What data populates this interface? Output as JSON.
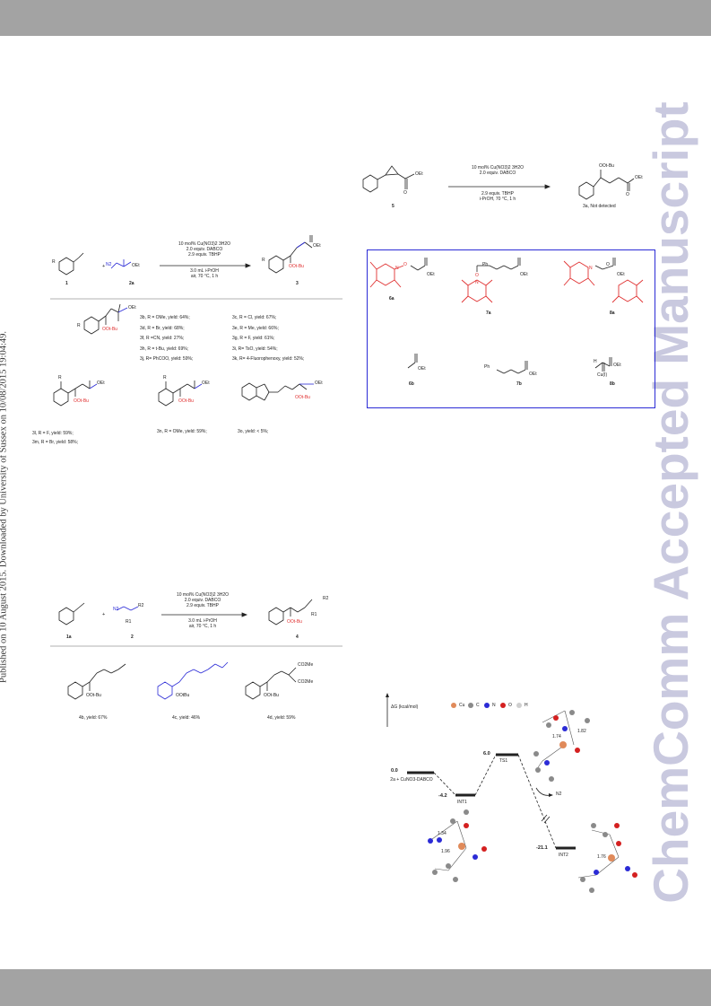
{
  "page": {
    "side_note": "Published on 10 August 2015. Downloaded by University of Sussex on 10/08/2015 19:04:49.",
    "watermark": "ChemComm Accepted Manuscript"
  },
  "scheme1": {
    "conditions": [
      "10 mol% Cu(NO3)2 3H2O",
      "2.0 equiv. DABCO",
      "2.9 equiv. TBHP",
      "3.0 mL i-PrOH",
      "air, 70 °C, 1 h"
    ],
    "compound_labels": [
      "1",
      "2a",
      "3"
    ],
    "plus": "+",
    "reagent_labels": {
      "R": "R",
      "N2": "N2",
      "OEt": "OEt",
      "OOtBu": "OOt-Bu"
    },
    "results_left": [
      "3b, R = OMe, yield: 64%;",
      "3d, R = Br, yield: 68%;",
      "3f, R =CN, yield: 27%;",
      "3h, R = t-Bu, yield: 69%;",
      "3j, R= PhCOO, yield: 59%;"
    ],
    "results_right": [
      "3c, R = Cl, yield: 67%;",
      "3e, R = Me, yield: 66%;",
      "3g, R = F, yield: 61%;",
      "3i, R= TsO, yield: 54%;",
      "3k, R= 4-Fluorophenoxy, yield: 52%;"
    ],
    "row2": [
      "3l, R = F, yield: 59%;",
      "3m, R = Br, yield: 58%;",
      "3n, R = OMe, yield: 59%;",
      "3o,  yield: < 5%;"
    ]
  },
  "scheme2": {
    "conditions": [
      "10 mol% Cu(NO3)2 3H2O",
      "2.0 equiv. DABCO",
      "2.9 equiv. TBHP",
      "i-PrOH, 70 °C, 1 h"
    ],
    "start_label": "5",
    "product_label": "3a, Not detected",
    "labels": {
      "OEt": "OEt",
      "OOtBu": "OOt-Bu"
    }
  },
  "scheme3": {
    "top_labels": [
      "6a",
      "7a",
      "8a"
    ],
    "bottom_labels": [
      "6b",
      "7b",
      "8b"
    ],
    "fragments": {
      "O": "O",
      "N": "N",
      "Ph": "Ph",
      "OEt": "OEt",
      "H": "H",
      "CuI": "Cu(I)"
    }
  },
  "scheme4": {
    "conditions": [
      "10 mol% Cu(NO3)2 3H2O",
      "2.0 equiv. DABCO",
      "2.9 equiv. TBHP",
      "3.0 mL i-PrOH",
      "air, 70 °C, 1 h"
    ],
    "compound_labels": [
      "1a",
      "2",
      "4"
    ],
    "plus": "+",
    "products": [
      "4b, yield: 67%",
      "4c, yield: 46%",
      "4d, yield: 59%"
    ],
    "labels": {
      "R1": "R1",
      "R2": "R2",
      "N2": "N2",
      "OOtBu": "OOt-Bu",
      "OOtBu2": "OOtBu",
      "CO2Me": "CO2Me"
    }
  },
  "energy_diagram": {
    "axis_label": "ΔG (kcal/mol)",
    "legend": [
      "Cu",
      "C",
      "N",
      "O",
      "H"
    ],
    "legend_colors": [
      "#e08a5a",
      "#8a8a8a",
      "#2b2bd6",
      "#d42020",
      "#cfcfcf"
    ],
    "levels": [
      {
        "value": "0.0",
        "label": "2a + CuNO3-DABCO"
      },
      {
        "value": "-4.2",
        "label": "INT1"
      },
      {
        "value": "6.0",
        "label": "TS1"
      },
      {
        "value": "-21.1",
        "label": "INT2"
      }
    ],
    "n2_label": "N2",
    "distances": [
      "1.74",
      "1.82",
      "1.34",
      "1.96",
      "1.76"
    ]
  }
}
